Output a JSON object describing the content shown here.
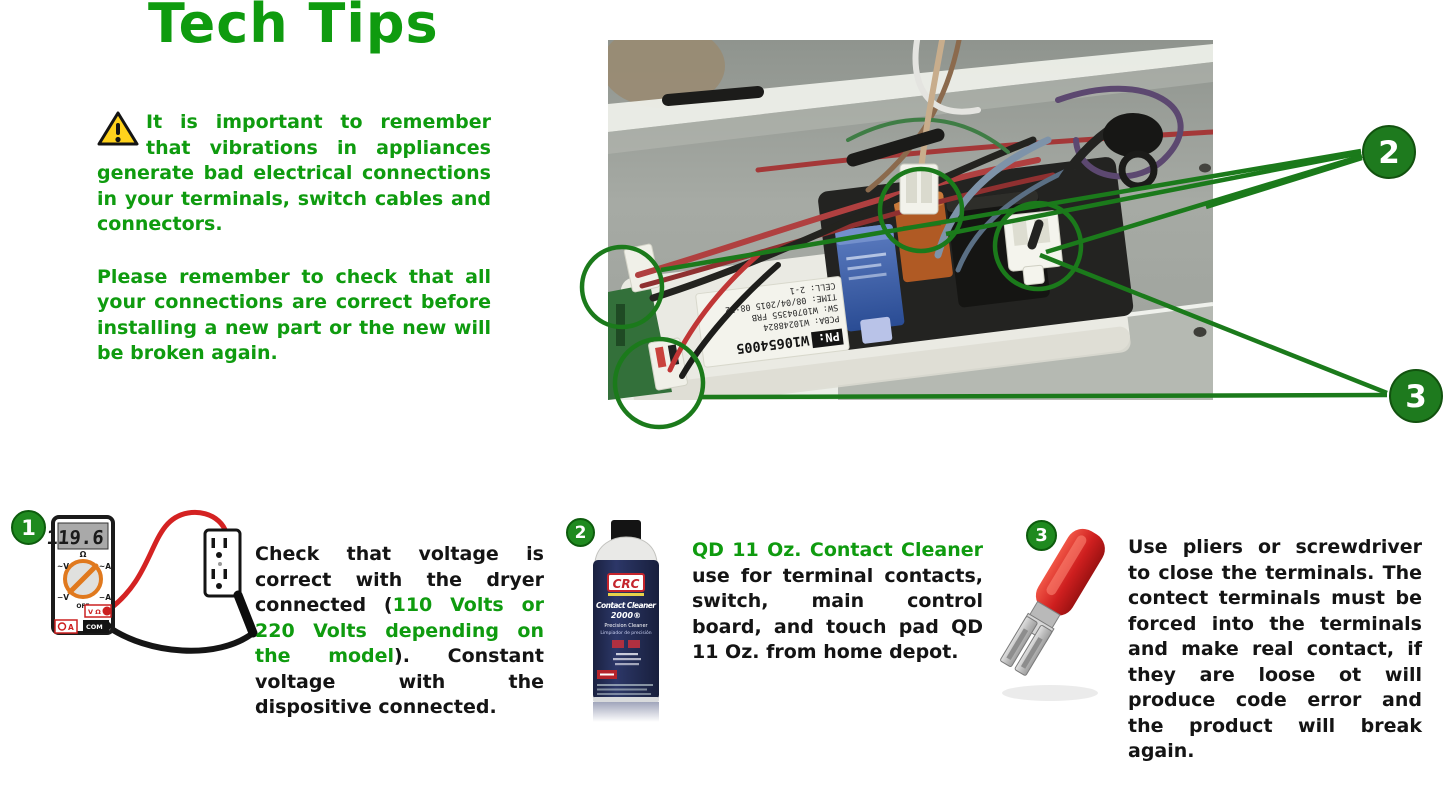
{
  "colors": {
    "green_text": "#0f9b0f",
    "green_annotation": "#1b7a1b",
    "text_black": "#141414",
    "warning_yellow": "#ffd21c",
    "can_navy": "#222b52",
    "terminal_red": "#cf1f1f"
  },
  "header": {
    "title": "Tech Tips"
  },
  "intro": {
    "para1": "It is important to remember that vibrations in appliances generate bad electrical connections in your terminals, switch cables and connectors.",
    "para2": "Please remember to check that all your connections are correct before installing a new part or the new will be broken again."
  },
  "photo": {
    "label": {
      "pn_prefix": "PN:",
      "pn_value": "W10654005",
      "line1": "PCBA: W10248824",
      "line2": "SW: W10704355 FRB",
      "line3": "TIME: 08/04/2015 08:32",
      "line4": "CELL: 2-1"
    },
    "callout2": "2",
    "callout3": "3"
  },
  "steps": {
    "one": {
      "number": "1",
      "text_start": "Check that voltage is correct with the dryer connected (",
      "text_green": "110 Volts or 220 Volts depending on the model",
      "text_end": "). Constant voltage with the dispositive connected."
    },
    "two": {
      "number": "2",
      "text_green": "QD 11 Oz. Contact Cleaner",
      "text_end": " use for terminal contacts, switch, main control board, and touch pad QD 11 Oz. from home depot."
    },
    "three": {
      "number": "3",
      "text": "Use pliers or screwdriver to close the terminals. The contect terminals must be forced into the terminals and make real contact, if they are loose ot will produce code error and the product will break again."
    }
  },
  "multimeter": {
    "display": "119.6",
    "dial_top": "Ω",
    "dial_tl": "~V",
    "dial_tr": "~A",
    "dial_bl": "−V",
    "dial_br": "−A",
    "dial_off": "OFF",
    "jack_v": "V Ω",
    "jack_com": "COM",
    "jack_a": "A"
  },
  "can": {
    "brand": "CRC",
    "title1": "Contact Cleaner",
    "title2": "2000®",
    "sub1": "Precision Cleaner",
    "sub2": "Limpiador de precisión"
  }
}
